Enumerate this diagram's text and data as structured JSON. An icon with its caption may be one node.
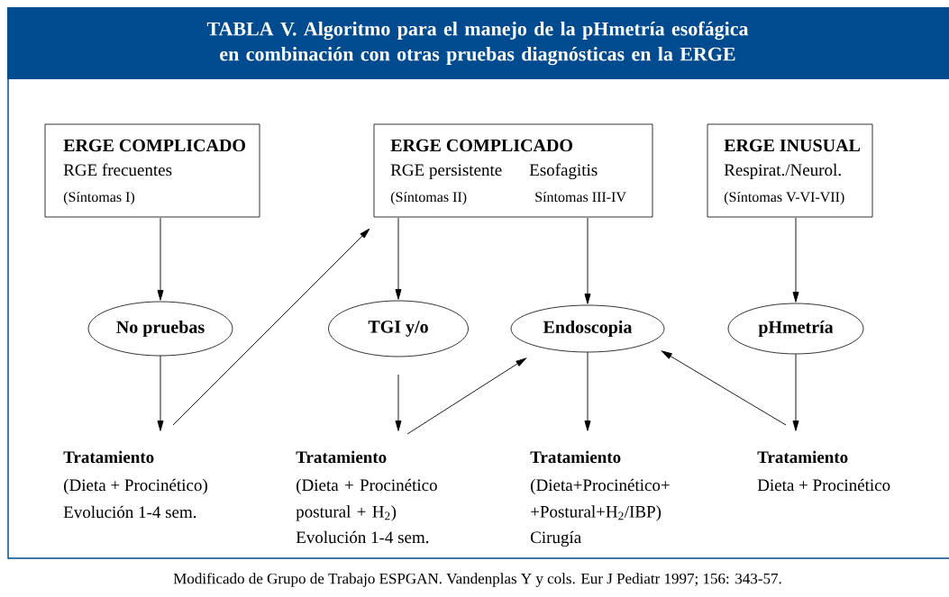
{
  "diagram": {
    "title": "TABLA V. Algoritmo para el manejo de la pHmetría esofágica en combinación con otras pruebas diagnósticas en la ERGE",
    "caption": "Modificado de Grupo de Trabajo ESPGAN. Vandenplas Y y cols. Eur J Pediatr 1997; 156: 343-57.",
    "nodes": [
      {
        "text": [
          "ERGE COMPLICADO",
          "RGE frecuentes",
          "(Síntomas  I)"
        ]
      },
      {
        "text": [
          "ERGE COMPLICADO",
          "RGE persistente",
          "Esofagitis",
          "(Síntomas II)",
          "Síntomas III-IV"
        ]
      },
      {
        "text": [
          "ERGE INUSUAL",
          "Respirat./Neurol.",
          "(Síntomas V-VI-VII)"
        ]
      },
      {
        "text": [
          "No pruebas"
        ]
      },
      {
        "text": [
          "TGI y/o"
        ]
      },
      {
        "text": [
          "Endoscopia"
        ]
      },
      {
        "text": [
          "pHmetría"
        ]
      },
      {
        "text": [
          "Tratamiento",
          "(Dieta + Procinético)",
          "Evolución 1-4 sem."
        ]
      },
      {
        "text": [
          "Tratamiento",
          "(Dieta + Procinético postural + H$_{2}$)",
          "Evolución 1-4 sem."
        ]
      },
      {
        "text": [
          "Tratamiento",
          "(Dieta+Procinético+ +Postural+H$_{2}$/IBP)",
          "Cirugía"
        ]
      },
      {
        "text": [
          "Tratamiento",
          "Dieta + Procinético"
        ]
      }
    ],
    "edges": [
      {
        "from": 0,
        "to": 3,
        "arrow": "to"
      },
      {
        "from": 3,
        "to": 7,
        "arrow": "to"
      },
      {
        "from": 7,
        "to": 1,
        "arrow": "to"
      },
      {
        "from": 1,
        "to": 4,
        "arrow": "to"
      },
      {
        "from": 1,
        "to": 5,
        "arrow": "to"
      },
      {
        "from": 4,
        "to": 8,
        "arrow": "to"
      },
      {
        "from": 8,
        "to": 5,
        "arrow": "to"
      },
      {
        "from": 5,
        "to": 9,
        "arrow": "to"
      },
      {
        "from": 2,
        "to": 6,
        "arrow": "to"
      },
      {
        "from": 6,
        "to": 10,
        "arrow": "to"
      },
      {
        "from": 10,
        "to": 5,
        "arrow": "to"
      }
    ]
  }
}
